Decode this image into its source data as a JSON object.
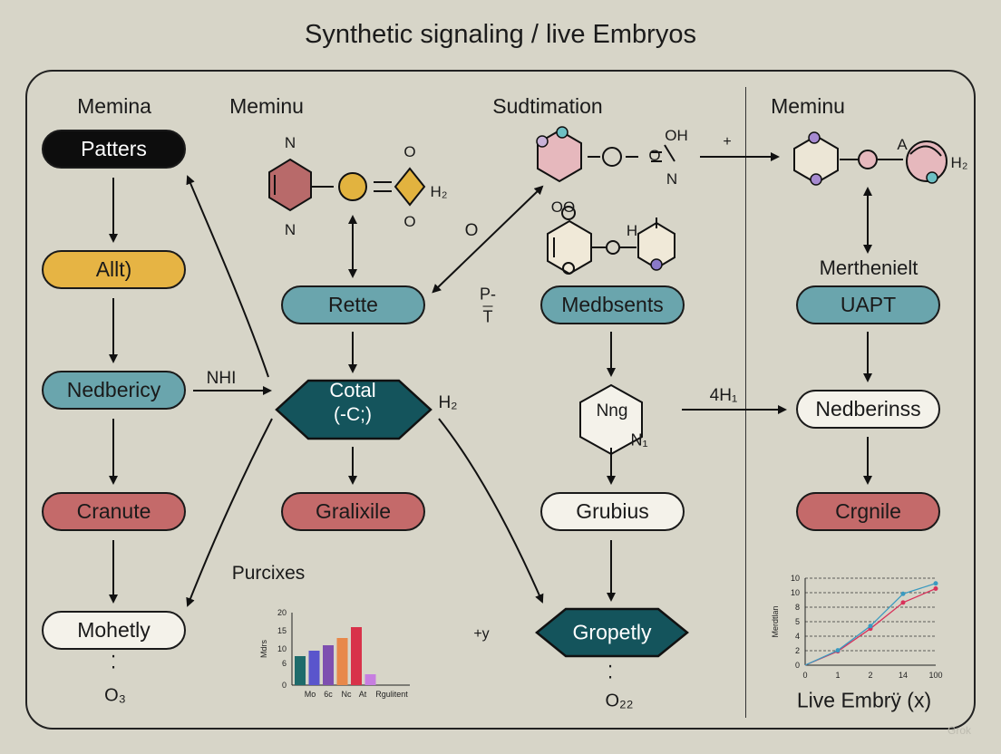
{
  "title": "Synthetic signaling / live Embryos",
  "headers": {
    "col1": "Memina",
    "col2": "Meminu",
    "col3": "Sudtimation",
    "col4": "Meminu"
  },
  "nodes": {
    "col1": [
      "Patters",
      "Allt)",
      "Nedbericy",
      "Cranute",
      "Mohetly"
    ],
    "col2_rette": "Rette",
    "col2_cotal_line1": "Cotal",
    "col2_cotal_line2": "(-C;)",
    "col2_gralixile": "Gralixile",
    "col3_medbsents": "Medbsents",
    "col3_hex": "Nng",
    "col3_grubius": "Grubius",
    "col3_gropetly": "Gropetly",
    "col4_uapt": "UAPT",
    "col4_nedberinss": "Nedberinss",
    "col4_crgnile": "Crgnile",
    "col4_label": "Merthenielt"
  },
  "edge_labels": {
    "nhi": "NHI",
    "h2_cotal": "H₂",
    "o_mid": "O",
    "p_t_top": "P-",
    "p_t_bottom": "T",
    "plus_top": "+",
    "four_h1": "4H₁",
    "n1": "N₁",
    "plus_y": "+y",
    "o3": "O₃",
    "o2": "O₂₂",
    "dots1": "⁚",
    "dots2": "⁚"
  },
  "molecule_labels": {
    "m1_n_top": "N",
    "m1_n_bot": "N",
    "m1_o_top": "O",
    "m1_o_bot": "O",
    "m1_h2": "H₂",
    "m2_oh": "OH",
    "m2_o": "O",
    "m2_n": "N",
    "m3_oo": "OO",
    "m3_h": "H",
    "m4_a": "A",
    "m4_h2": "H₂"
  },
  "chart_left": {
    "title": "Purcixes",
    "chart_data": {
      "type": "bar",
      "ylabel": "Mdrs",
      "categories": [
        "Mo",
        "6c",
        "Nc",
        "At",
        "Rgulitent"
      ],
      "yticks": [
        0,
        6,
        10,
        15,
        20
      ],
      "values": [
        8,
        9.5,
        11,
        13,
        16,
        3
      ],
      "colors": [
        "#1e6b6b",
        "#5a55cc",
        "#7e4fb0",
        "#e8884a",
        "#d8324a",
        "#c77ee0"
      ]
    }
  },
  "chart_right": {
    "xlabel": "Live Embrÿ (x)",
    "chart_data": {
      "type": "line",
      "ylabel": "Merdtlan",
      "yticks": [
        "0",
        "2",
        "4",
        "5",
        "8",
        "10",
        "10"
      ],
      "xticks": [
        "0",
        "1",
        "2",
        "14",
        "100"
      ],
      "series": [
        {
          "values": [
            0,
            1.6,
            4.2,
            7.2,
            8.8
          ],
          "color": "#d8325a"
        },
        {
          "values": [
            0,
            1.7,
            4.5,
            8.2,
            9.4
          ],
          "color": "#3a9ac0"
        }
      ],
      "ylim": [
        0,
        10
      ]
    }
  },
  "watermark": "Grok",
  "colors": {
    "background": "#d7d5c8",
    "teal": "#6aa5ad",
    "yellow": "#e6b444",
    "red": "#c46a6a",
    "dark_teal": "#14545c"
  }
}
